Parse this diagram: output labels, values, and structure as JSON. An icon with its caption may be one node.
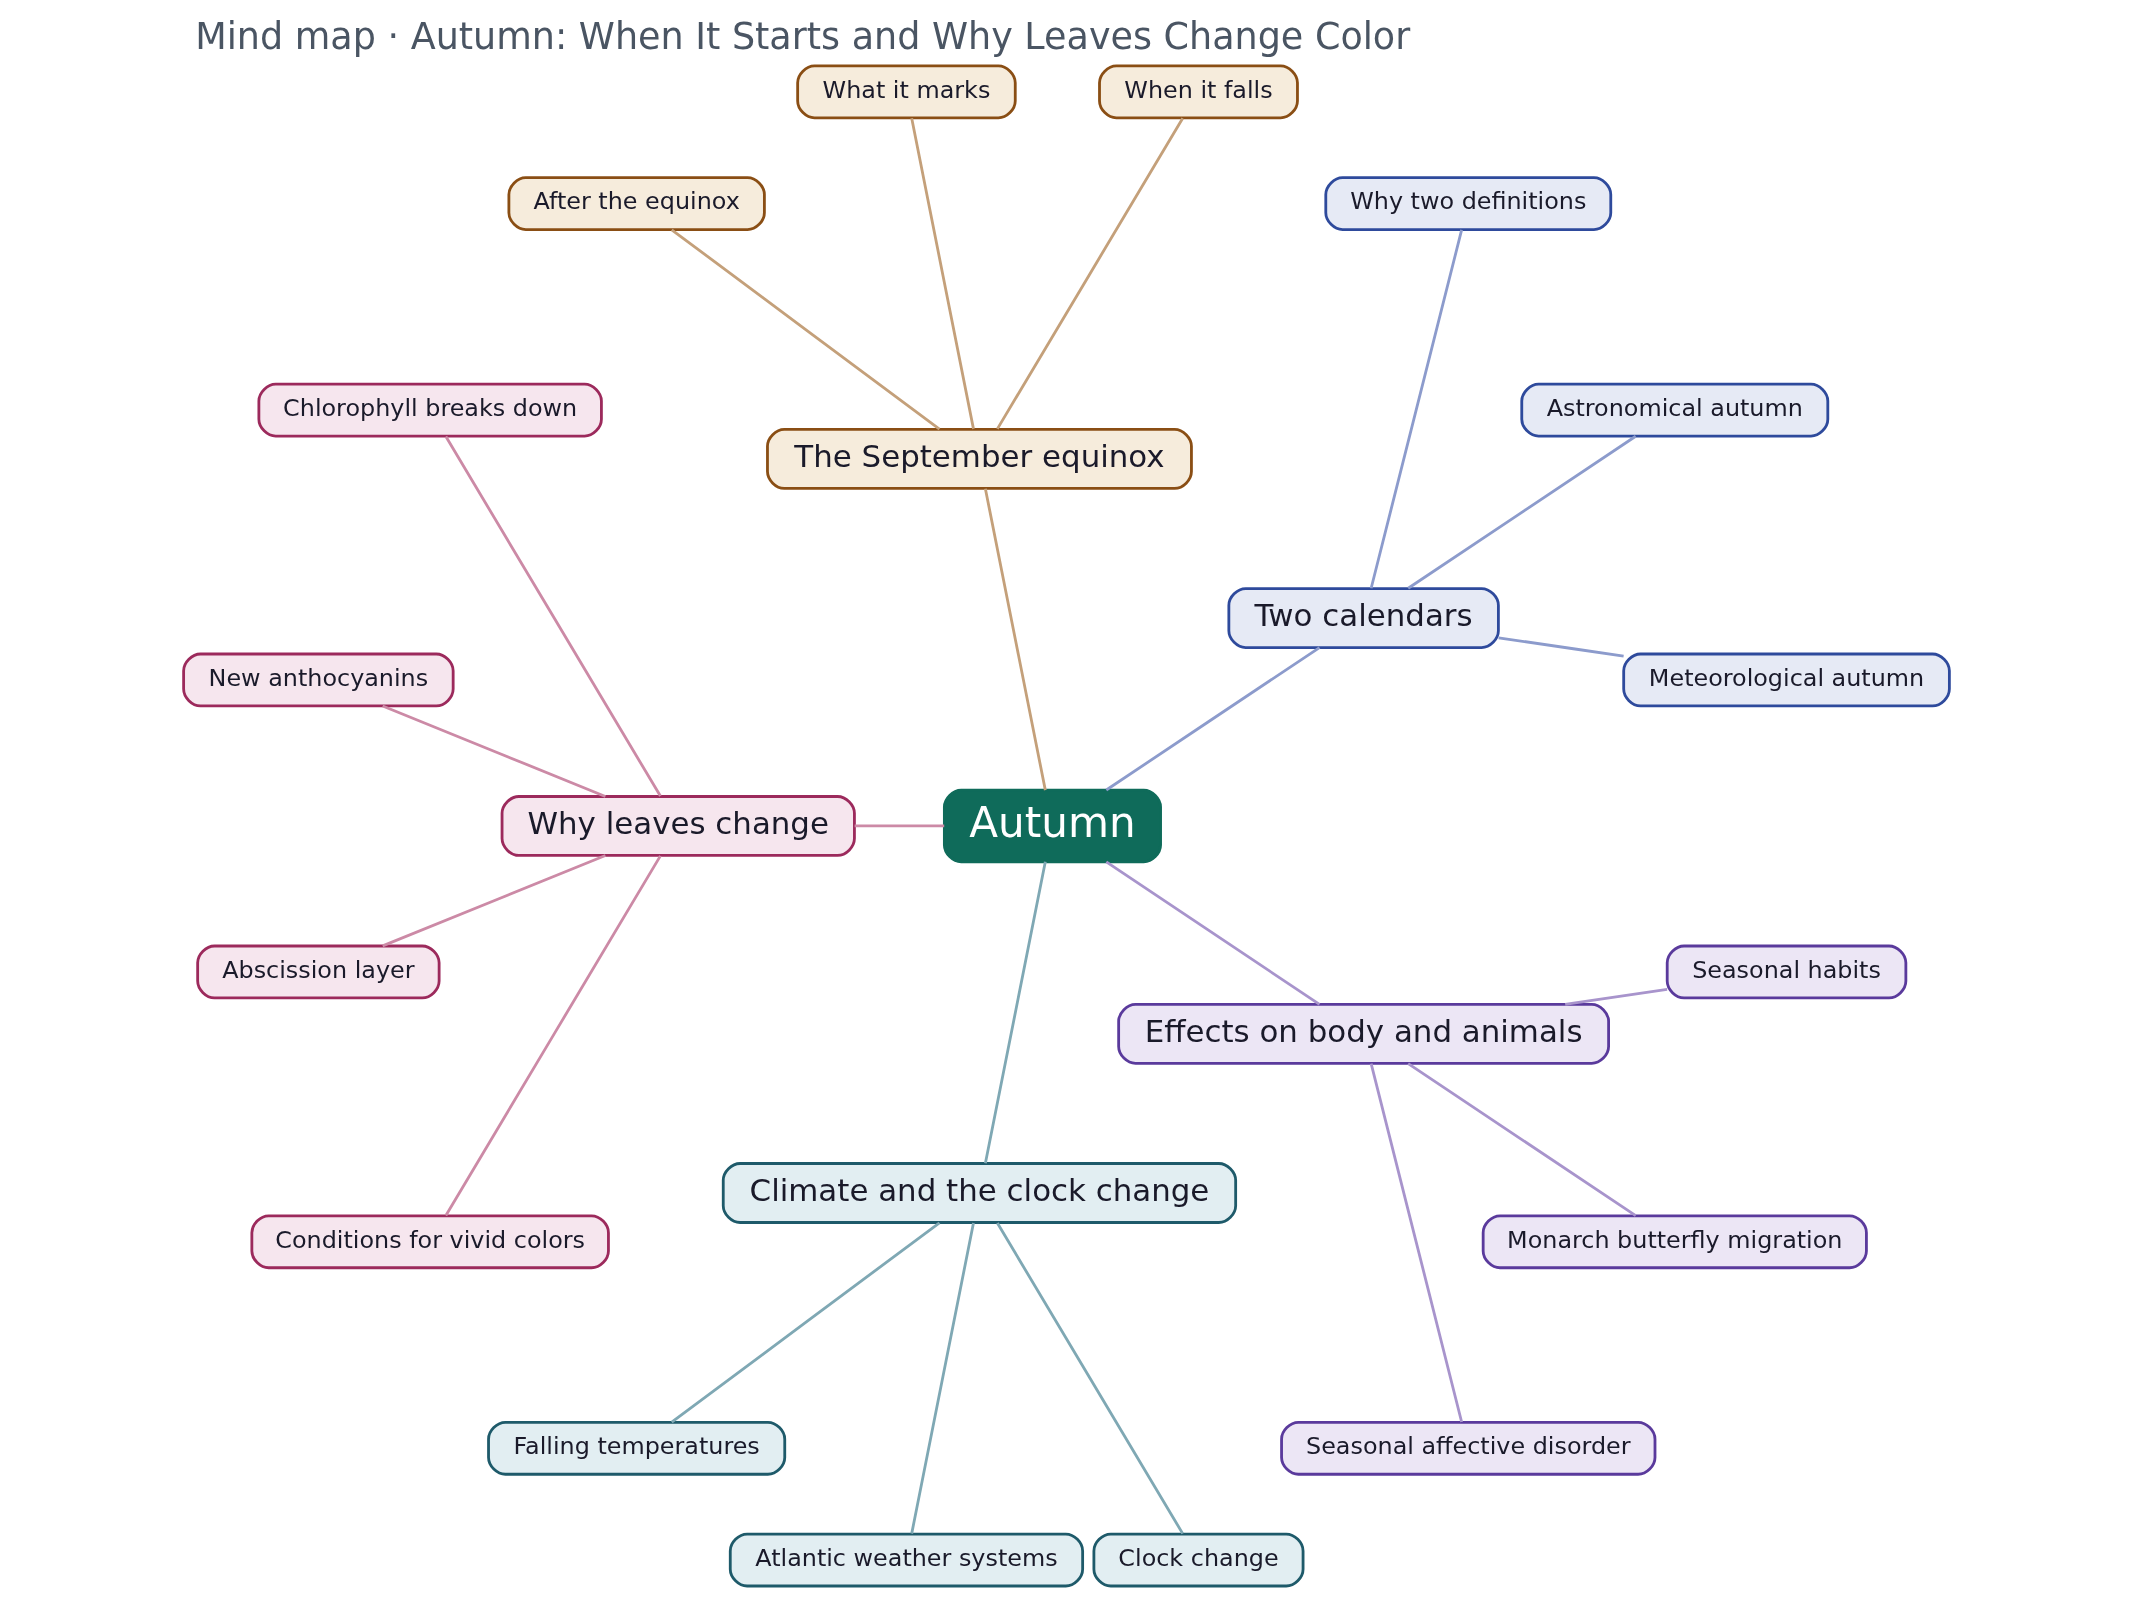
{
  "diagram": {
    "title": "Mind map · Autumn: When It Starts and Why Leaves Change Color",
    "nodes": [
      {
        "text": [
          "Autumn"
        ]
      },
      {
        "text": [
          "Two calendars"
        ]
      },
      {
        "text": [
          "Meteorological autumn"
        ]
      },
      {
        "text": [
          "Astronomical autumn"
        ]
      },
      {
        "text": [
          "Why two definitions"
        ]
      },
      {
        "text": [
          "The September equinox"
        ]
      },
      {
        "text": [
          "When it falls"
        ]
      },
      {
        "text": [
          "What it marks"
        ]
      },
      {
        "text": [
          "After the equinox"
        ]
      },
      {
        "text": [
          "Why leaves change"
        ]
      },
      {
        "text": [
          "Chlorophyll breaks down"
        ]
      },
      {
        "text": [
          "New anthocyanins"
        ]
      },
      {
        "text": [
          "Abscission layer"
        ]
      },
      {
        "text": [
          "Conditions for vivid colors"
        ]
      },
      {
        "text": [
          "Climate and the clock change"
        ]
      },
      {
        "text": [
          "Falling temperatures"
        ]
      },
      {
        "text": [
          "Atlantic weather systems"
        ]
      },
      {
        "text": [
          "Clock change"
        ]
      },
      {
        "text": [
          "Effects on body and animals"
        ]
      },
      {
        "text": [
          "Seasonal affective disorder"
        ]
      },
      {
        "text": [
          "Monarch butterfly migration"
        ]
      },
      {
        "text": [
          "Seasonal habits"
        ]
      }
    ],
    "edges": [
      {
        "from": 0,
        "to": 1,
        "arrow": "none",
        "color": "#8c9bcc"
      },
      {
        "from": 1,
        "to": 2,
        "arrow": "none",
        "color": "#8c9bcc"
      },
      {
        "from": 1,
        "to": 3,
        "arrow": "none",
        "color": "#8c9bcc"
      },
      {
        "from": 1,
        "to": 4,
        "arrow": "none",
        "color": "#8c9bcc"
      },
      {
        "from": 0,
        "to": 5,
        "arrow": "none",
        "color": "#c4a07a"
      },
      {
        "from": 5,
        "to": 6,
        "arrow": "none",
        "color": "#c4a07a"
      },
      {
        "from": 5,
        "to": 7,
        "arrow": "none",
        "color": "#c4a07a"
      },
      {
        "from": 5,
        "to": 8,
        "arrow": "none",
        "color": "#c4a07a"
      },
      {
        "from": 0,
        "to": 9,
        "arrow": "none",
        "color": "#cc8aa6"
      },
      {
        "from": 9,
        "to": 10,
        "arrow": "none",
        "color": "#cc8aa6"
      },
      {
        "from": 9,
        "to": 11,
        "arrow": "none",
        "color": "#cc8aa6"
      },
      {
        "from": 9,
        "to": 12,
        "arrow": "none",
        "color": "#cc8aa6"
      },
      {
        "from": 9,
        "to": 13,
        "arrow": "none",
        "color": "#cc8aa6"
      },
      {
        "from": 0,
        "to": 14,
        "arrow": "none",
        "color": "#7fa8b4"
      },
      {
        "from": 14,
        "to": 15,
        "arrow": "none",
        "color": "#7fa8b4"
      },
      {
        "from": 14,
        "to": 16,
        "arrow": "none",
        "color": "#7fa8b4"
      },
      {
        "from": 14,
        "to": 17,
        "arrow": "none",
        "color": "#7fa8b4"
      },
      {
        "from": 0,
        "to": 18,
        "arrow": "none",
        "color": "#a894cc"
      },
      {
        "from": 18,
        "to": 19,
        "arrow": "none",
        "color": "#a894cc"
      },
      {
        "from": 18,
        "to": 20,
        "arrow": "none",
        "color": "#a894cc"
      },
      {
        "from": 18,
        "to": 21,
        "arrow": "none",
        "color": "#a894cc"
      }
    ]
  }
}
